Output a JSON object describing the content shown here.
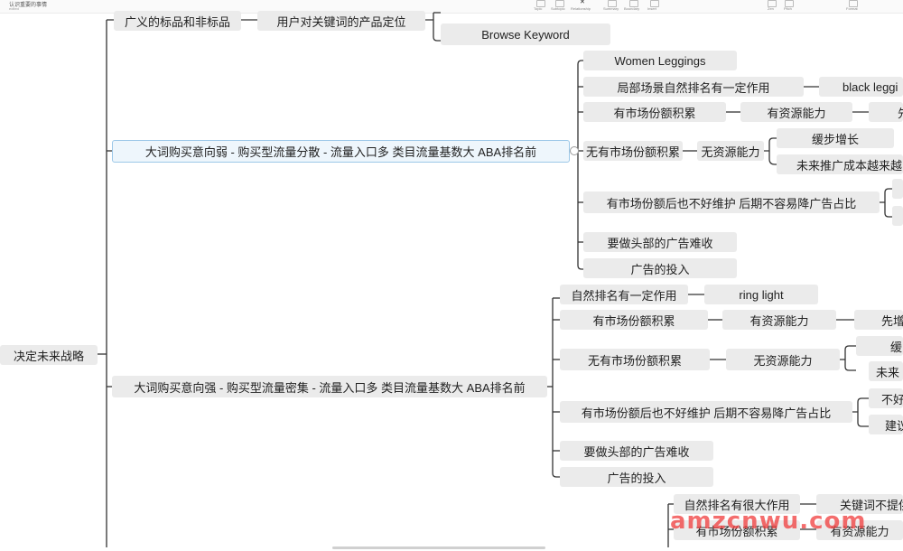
{
  "app": {
    "doc_title": "认识重要的事情",
    "doc_sub": "edited"
  },
  "toolbar": {
    "tabs": [
      "Topic",
      "Subtopic",
      "Relationship",
      "Summary",
      "Boundary",
      "Insert"
    ],
    "right": [
      "Zen",
      "Pitch",
      "Format"
    ]
  },
  "mindmap": {
    "root": "决定未来战略",
    "n_broad": "广义的标品和非标品",
    "n_user_pos": "用户对关键词的产品定位",
    "n_browse": "Browse Keyword",
    "n_weak": "大词购买意向弱 - 购买型流量分散 - 流量入口多 类目流量基数大 ABA排名前",
    "w1": "Women Leggings",
    "w2": "局部场景自然排名有一定作用",
    "w2a": "black leggi",
    "w3": "有市场份额积累",
    "w3a": "有资源能力",
    "w3b": "先",
    "w4": "无有市场份额积累",
    "w4a": "无资源能力",
    "w4a1": "缓步增长",
    "w4a2": "未来推广成本越来越",
    "w5": "有市场份额后也不好维护 后期不容易降广告占比",
    "w6": "要做头部的广告难收",
    "w7": "广告的投入",
    "n_strong": "大词购买意向强 - 购买型流量密集 - 流量入口多 类目流量基数大 ABA排名前",
    "s1": "自然排名有一定作用",
    "s1a": "ring light",
    "s2": "有市场份额积累",
    "s2a": "有资源能力",
    "s2b": "先增",
    "s3": "无有市场份额积累",
    "s3a": "无资源能力",
    "s3a1": "缓",
    "s3a2": "未来",
    "s4": "有市场份额后也不好维护 后期不容易降广告占比",
    "s4a": "不好",
    "s4b": "建议",
    "s5": "要做头部的广告难收",
    "s6": "广告的投入",
    "t1": "自然排名有很大作用",
    "t1a": "关键词不提供",
    "t2": "有市场份额积累",
    "t2a": "有资源能力"
  },
  "watermark": "amzcnwu.com"
}
